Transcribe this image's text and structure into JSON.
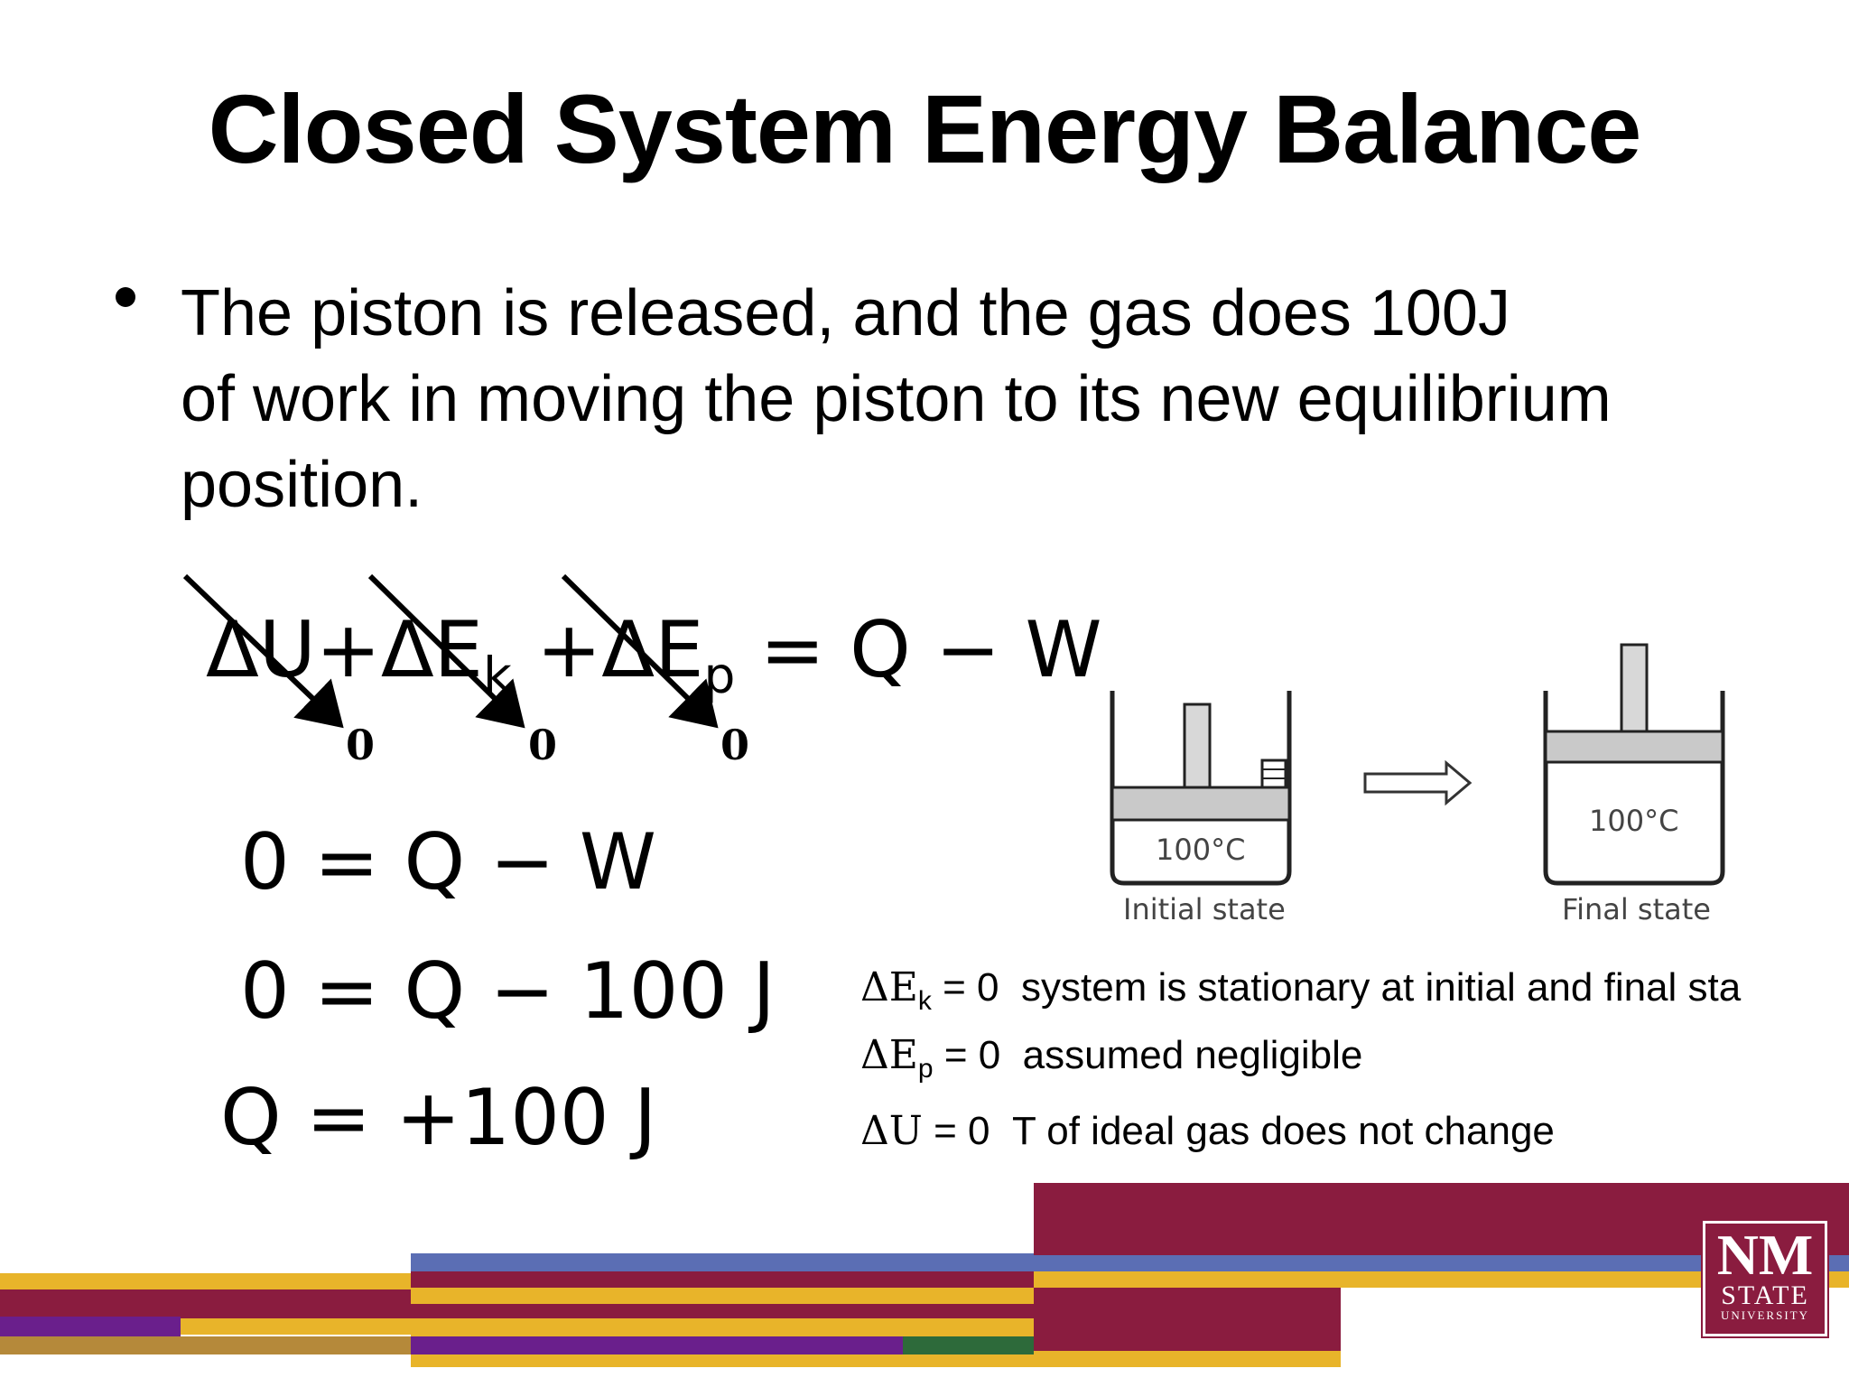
{
  "title": "Closed System Energy Balance",
  "bullet": {
    "line1": "The piston is released, and the gas does 100J",
    "line2": "of work in moving the piston to its new equilibrium",
    "line3": "position."
  },
  "main_equation": {
    "term1": "ΔU",
    "plus1": "+",
    "term2": "ΔE",
    "term2_sub": "k",
    "plus2": "+",
    "term3": "ΔE",
    "term3_sub": "p",
    "rhs": "= Q − W",
    "zero1": "0",
    "zero2": "0",
    "zero3": "0"
  },
  "steps": [
    "0 = Q − W",
    "0 = Q − 100 J",
    "Q = +100 J"
  ],
  "figure": {
    "initial_temp": "100°C",
    "final_temp": "100°C",
    "initial_label": "Initial state",
    "final_label": "Final state"
  },
  "notes": {
    "ek_sym": "ΔE",
    "ek_sub": "k",
    "ek_eq": " = 0",
    "ek_text": "system is stationary at initial and final sta",
    "ep_sym": "ΔE",
    "ep_sub": "p",
    "ep_eq": " = 0",
    "ep_text": "assumed negligible",
    "du_sym": "ΔU",
    "du_eq": " = 0",
    "du_text": "T of ideal gas does not change"
  },
  "logo": {
    "line1": "NM",
    "line2": "STATE",
    "line3": "UNIVERSITY"
  },
  "colors": {
    "maroon": "#8a1c3f",
    "gold": "#e8b42a",
    "blue": "#5b6eb4",
    "purple": "#6a1f8c",
    "green": "#2d6a3a"
  }
}
